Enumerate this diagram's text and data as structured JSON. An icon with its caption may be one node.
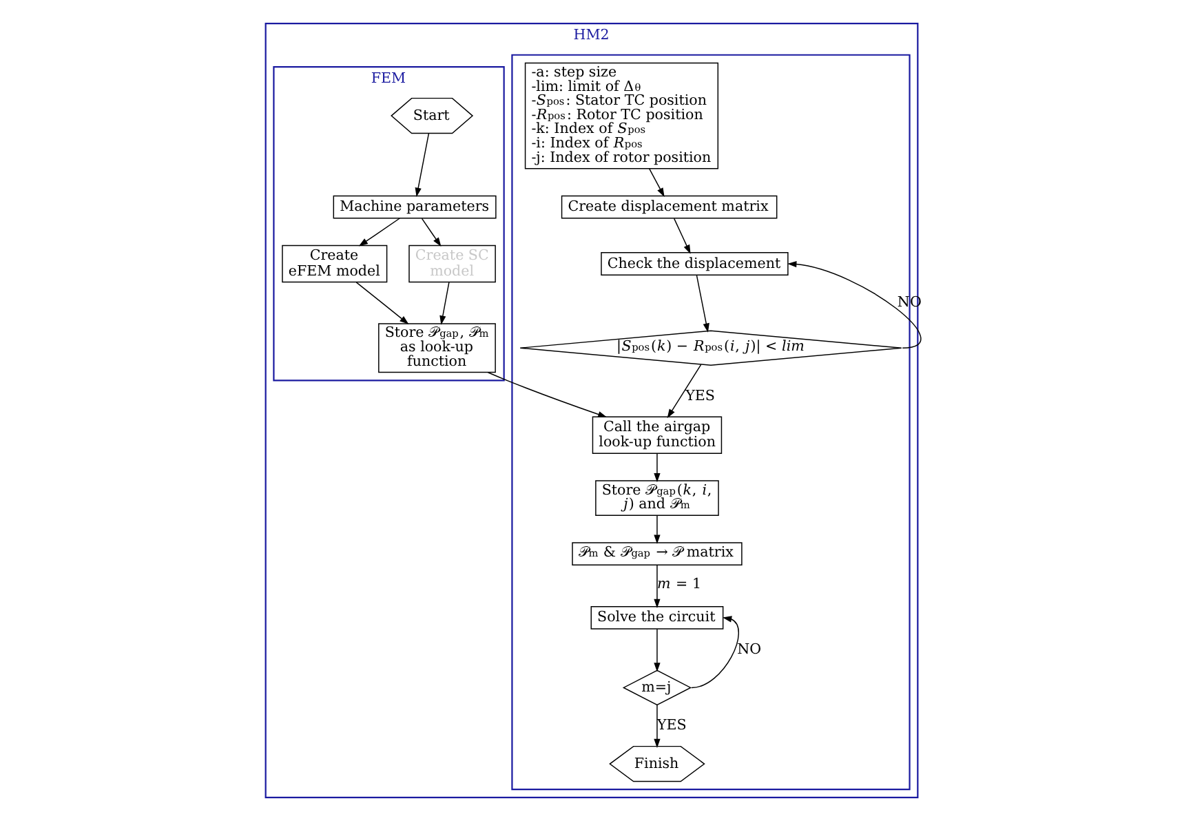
{
  "diagram": {
    "nodes": [
      {
        "text": [
          "HM2"
        ]
      },
      {
        "text": [
          "FEM"
        ],
        "in": 0
      },
      {
        "text": [],
        "shape": "box",
        "in": 0
      },
      {
        "text": [
          "Start"
        ],
        "in": 1
      },
      {
        "text": [
          "Machine parameters"
        ],
        "in": 1
      },
      {
        "text": [
          "Create eFEM model"
        ],
        "in": 1
      },
      {
        "text": [
          "Create SC model"
        ],
        "in": 1
      },
      {
        "text": [
          "Store 𝒫$_{gap}$, 𝒫$_{m}$ as look-up function"
        ],
        "in": 1
      },
      {
        "text": [
          "-a: step size",
          "-lim: limit of Δ$_{θ}$",
          "-*S*$_{pos}$: Stator TC position",
          "-*R*$_{pos}$: Rotor TC position",
          "-k: Index of *S*$_{pos}$",
          "-i: Index of *R*$_{pos}$",
          "-j: Index of rotor position"
        ],
        "in": 2
      },
      {
        "text": [
          "Create displacement matrix"
        ],
        "in": 2
      },
      {
        "text": [
          "Check the displacement"
        ],
        "in": 2
      },
      {
        "text": [
          "|*S*$_{pos}$(*k*) − *R*$_{pos}$(*i*, *j*)| < *lim*"
        ],
        "in": 2
      },
      {
        "text": [
          "Call the airgap look-up function"
        ],
        "in": 2
      },
      {
        "text": [
          "Store 𝒫$_{gap}$(*k*, *i*, *j*) and 𝒫$_{m}$"
        ],
        "in": 2
      },
      {
        "text": [
          "𝒫$_{m}$ & 𝒫$_{gap}$ → 𝒫 matrix"
        ],
        "in": 2
      },
      {
        "text": [
          "Solve the circuit"
        ],
        "in": 2
      },
      {
        "text": [
          "m=j"
        ],
        "in": 2
      },
      {
        "text": [
          "Finish"
        ],
        "in": 2
      }
    ],
    "edges": [
      {
        "from": 3,
        "to": 4,
        "arrow": "to"
      },
      {
        "from": 4,
        "to": 5,
        "arrow": "to"
      },
      {
        "from": 4,
        "to": 6,
        "arrow": "to"
      },
      {
        "from": 5,
        "to": 7,
        "arrow": "to"
      },
      {
        "from": 6,
        "to": 7,
        "arrow": "to"
      },
      {
        "from": 7,
        "to": 12,
        "arrow": "to"
      },
      {
        "from": 8,
        "to": 9,
        "arrow": "to"
      },
      {
        "from": 9,
        "to": 10,
        "arrow": "to"
      },
      {
        "from": 10,
        "to": 11,
        "arrow": "to"
      },
      {
        "from": 11,
        "to": 10,
        "arrow": "to",
        "label": "NO"
      },
      {
        "from": 11,
        "to": 12,
        "arrow": "to",
        "label": "YES"
      },
      {
        "from": 12,
        "to": 13,
        "arrow": "to"
      },
      {
        "from": 13,
        "to": 14,
        "arrow": "to"
      },
      {
        "from": 14,
        "to": 15,
        "arrow": "to",
        "label": "*m* = 1"
      },
      {
        "from": 15,
        "to": 16,
        "arrow": "to"
      },
      {
        "from": 16,
        "to": 15,
        "arrow": "to",
        "label": "NO"
      },
      {
        "from": 16,
        "to": 17,
        "arrow": "to",
        "label": "YES"
      }
    ]
  }
}
